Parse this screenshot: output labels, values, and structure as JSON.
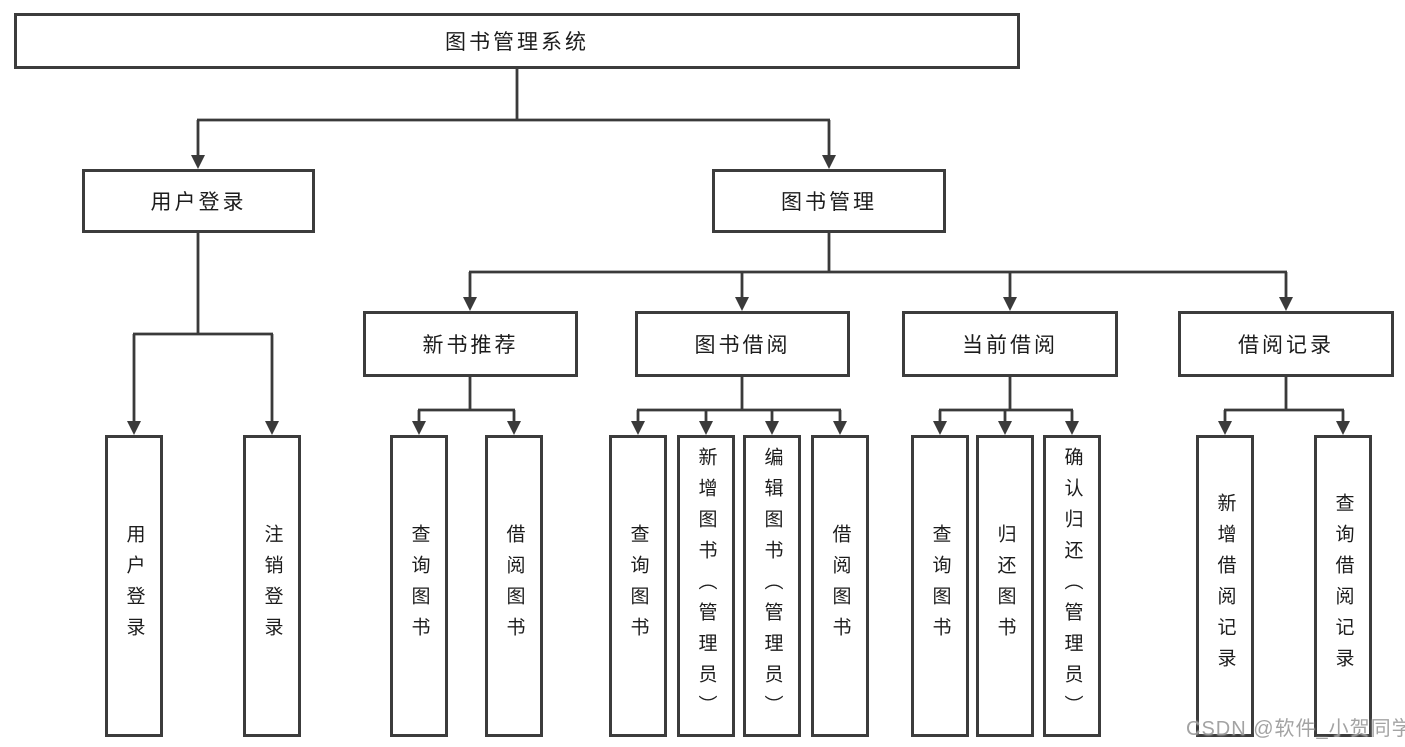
{
  "tree": {
    "label": "图书管理系统",
    "children": [
      {
        "label": "用户登录",
        "children": [
          {
            "label": "用户登录"
          },
          {
            "label": "注销登录"
          }
        ]
      },
      {
        "label": "图书管理",
        "children": [
          {
            "label": "新书推荐",
            "children": [
              {
                "label": "查询图书"
              },
              {
                "label": "借阅图书"
              }
            ]
          },
          {
            "label": "图书借阅",
            "children": [
              {
                "label": "查询图书"
              },
              {
                "label": "新增图书（管理员）"
              },
              {
                "label": "编辑图书（管理员）"
              },
              {
                "label": "借阅图书"
              }
            ]
          },
          {
            "label": "当前借阅",
            "children": [
              {
                "label": "查询图书"
              },
              {
                "label": "归还图书"
              },
              {
                "label": "确认归还（管理员）"
              }
            ]
          },
          {
            "label": "借阅记录",
            "children": [
              {
                "label": "新增借阅记录"
              },
              {
                "label": "查询借阅记录"
              }
            ]
          }
        ]
      }
    ]
  },
  "watermark": {
    "text": "CSDN @软件_小贺同学"
  },
  "colors": {
    "line": "#3a3a3a",
    "box_border": "#3c3c3c",
    "text": "#1c1c1c",
    "watermark": "#969696",
    "background": "#ffffff"
  }
}
